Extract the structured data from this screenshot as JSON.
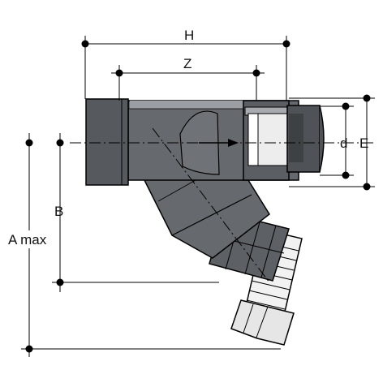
{
  "labels": {
    "h": "H",
    "z": "Z",
    "d": "d",
    "e": "E",
    "b": "B",
    "a_max": "A max"
  },
  "colors": {
    "body_dark": "#56595d",
    "body_mid": "#6b6e72",
    "body_light": "#9b9ea2",
    "thread_light": "#f2f2f2",
    "nut_light": "#e6e6e6",
    "line": "#000000"
  }
}
